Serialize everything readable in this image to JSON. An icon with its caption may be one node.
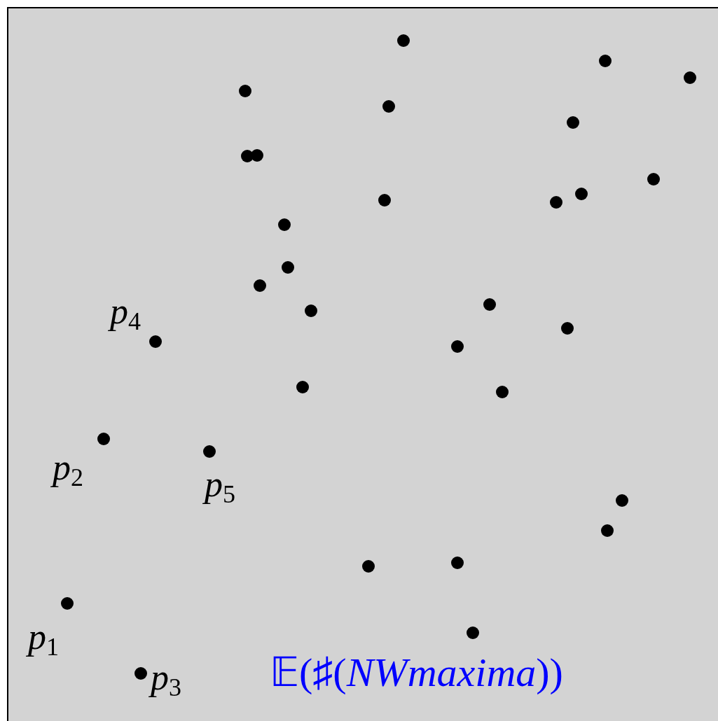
{
  "diagram": {
    "labels": [
      "p$_{4}$",
      "p$_{2}$",
      "p$_{5}$",
      "p$_{1}$",
      "p$_{3}$",
      "𝔼(♯(*NWmaxima*))"
    ]
  }
}
